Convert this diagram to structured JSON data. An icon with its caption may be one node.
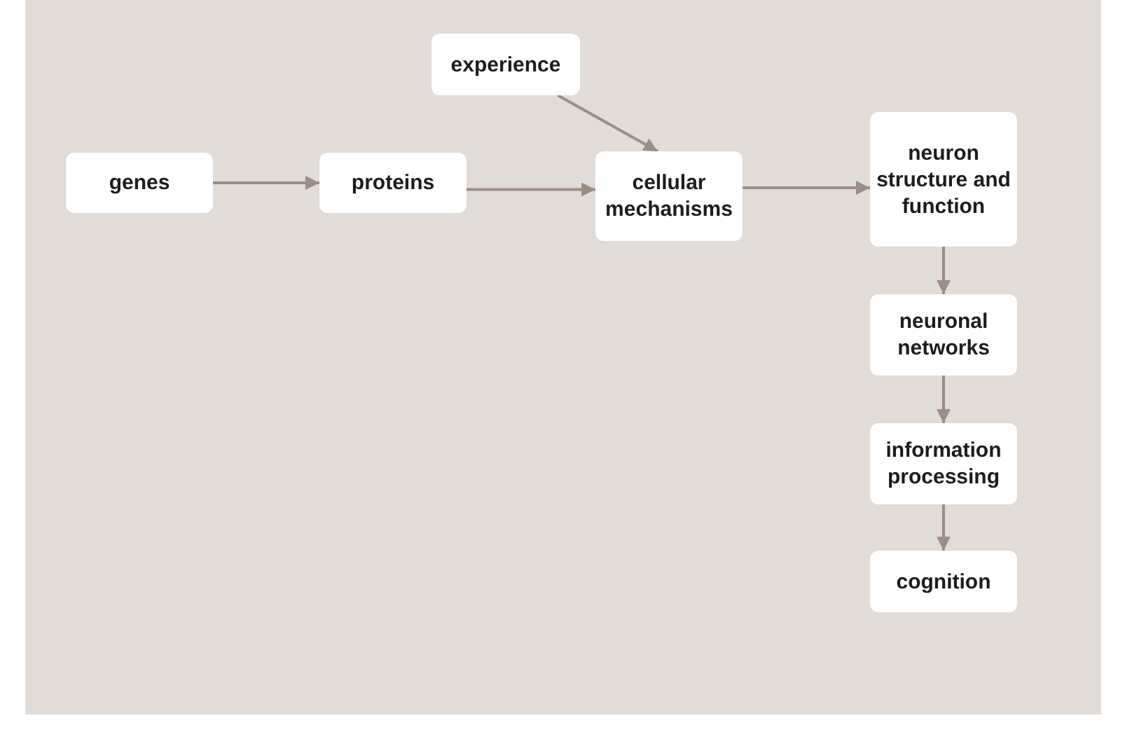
{
  "diagram": {
    "nodes": [
      {
        "text": [
          "experience"
        ]
      },
      {
        "text": [
          "genes"
        ]
      },
      {
        "text": [
          "proteins"
        ]
      },
      {
        "text": [
          "cellular mechanisms"
        ]
      },
      {
        "text": [
          "neuron structure and function"
        ]
      },
      {
        "text": [
          "neuronal networks"
        ]
      },
      {
        "text": [
          "information processing"
        ]
      },
      {
        "text": [
          "cognition"
        ]
      }
    ],
    "edges": [
      {
        "from": 0,
        "to": 3,
        "arrow": "to"
      },
      {
        "from": 1,
        "to": 2,
        "arrow": "to"
      },
      {
        "from": 2,
        "to": 3,
        "arrow": "to"
      },
      {
        "from": 3,
        "to": 4,
        "arrow": "to"
      },
      {
        "from": 4,
        "to": 5,
        "arrow": "to"
      },
      {
        "from": 5,
        "to": 6,
        "arrow": "to"
      },
      {
        "from": 6,
        "to": 7,
        "arrow": "to"
      }
    ]
  }
}
